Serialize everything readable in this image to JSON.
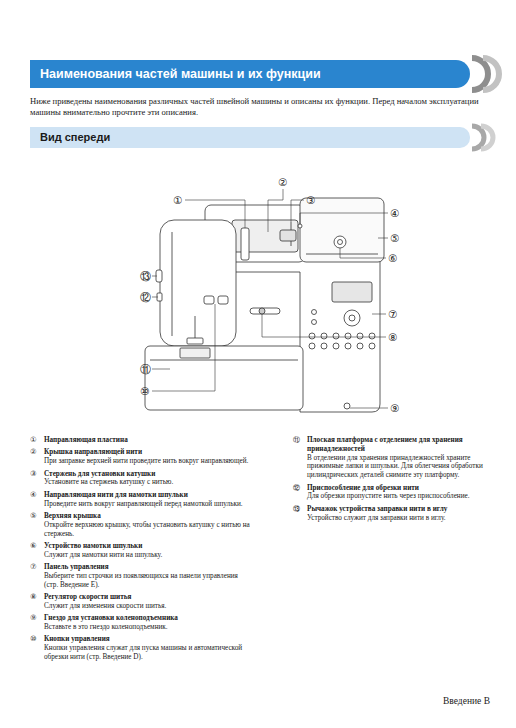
{
  "diagram": {
    "nodes": [
      {
        "text": [
          "Наименования частей машины и их функции"
        ]
      },
      {
        "text": [
          "Вид спереди"
        ]
      }
    ],
    "labels": [
      "Ниже приведены наименования различных частей швейной машины и описаны их функции. Перед началом эксплуатации машины внимательно прочтите эти описания.",
      "②",
      "①",
      "③",
      "④",
      "⑤",
      "⑥",
      "⑬",
      "⑫",
      "⑦",
      "⑧",
      "⑪",
      "⑩",
      "⑨",
      "①",
      "Направляющая пластина",
      "②",
      "Крышка направляющей нити",
      "При заправке верхней нити проведите нить вокруг направляющей.",
      "③",
      "Стержень для установки катушки",
      "Установите на стержень катушку с нитью.",
      "④",
      "Направляющая нити для намотки шпульки",
      "Проведите нить вокруг направляющей перед намоткой шпульки.",
      "⑤",
      "Верхняя крышка",
      "Откройте верхнюю крышку, чтобы установить катушку с нитью на стержень.",
      "⑥",
      "Устройство намотки шпульки",
      "Служит для намотки нити на шпульку.",
      "⑦",
      "Панель управления",
      "Выберите тип строчки из появляющихся на панели управления (стр. Введение E).",
      "⑧",
      "Регулятор скорости шитья",
      "Служит для изменения скорости шитья.",
      "⑨",
      "Гнездо для установки коленоподъемника",
      "Вставьте в это гнездо коленоподъемник.",
      "⑩",
      "Кнопки управления",
      "Кнопки управления служат для пуска машины и автоматической обрезки нити (стр. Введение D).",
      "⑪",
      "Плоская платформа с отделением для хранения принадлежностей",
      "В отделении для хранения принадлежностей храните прижимные лапки и шпульки. Для облегчения обработки цилиндрических деталей снимите эту платформу.",
      "⑫",
      "Приспособление для обрезки нити",
      "Для обрезки пропустите нить через приспособление.",
      "⑬",
      "Рычажок устройства заправки нити в иглу",
      "Устройство служит для заправки нити в иглу.",
      "Введение В"
    ]
  }
}
